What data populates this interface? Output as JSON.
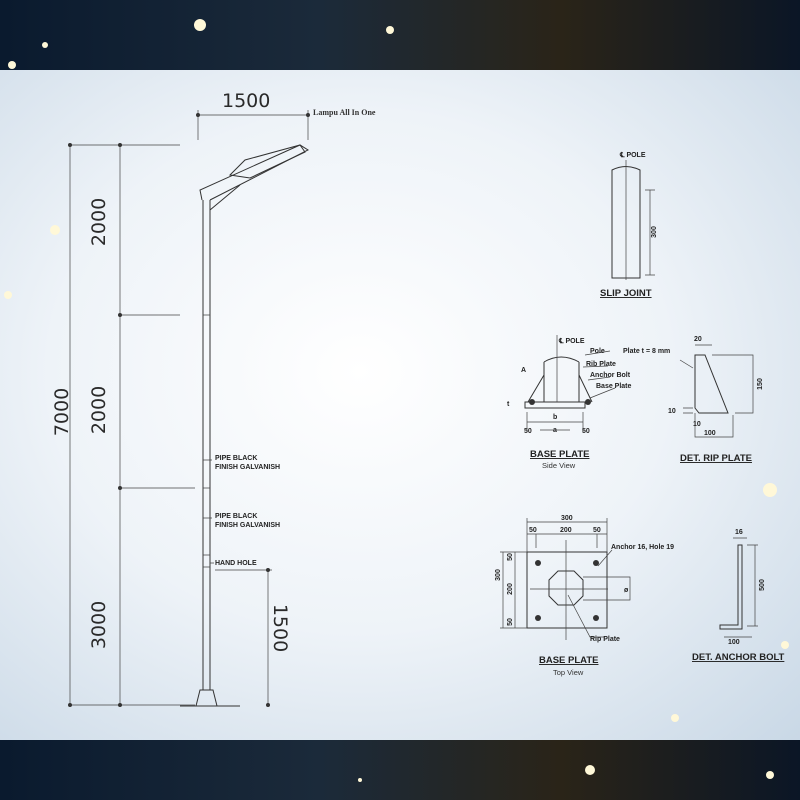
{
  "pole_drawing": {
    "top_width": "1500",
    "lamp_label": "Lampu All In One",
    "total_height": "7000",
    "segments": [
      "2000",
      "2000",
      "3000"
    ],
    "hand_hole_height": "1500",
    "pipe_label_1": [
      "PIPE BLACK",
      "FINISH GALVANISH"
    ],
    "pipe_label_2": [
      "PIPE BLACK",
      "FINISH GALVANISH"
    ],
    "hand_hole": "HAND HOLE"
  },
  "slip_joint": {
    "pole": "℄ POLE",
    "dim": "300",
    "title": "SLIP JOINT"
  },
  "base_side": {
    "pole": "℄ POLE",
    "labels": [
      "Pole",
      "Rib Plate",
      "Anchor Bolt",
      "Base Plate"
    ],
    "a_mark": "A",
    "t": "t",
    "b": "b",
    "a": "a",
    "d1": "50",
    "d2": "50",
    "title": "BASE PLATE",
    "subtitle": "Side View"
  },
  "rip_plate": {
    "plate": "Plate t = 8 mm",
    "d20": "20",
    "d150": "150",
    "d10a": "10",
    "d10b": "10",
    "d100": "100",
    "title": "DET. RIP PLATE"
  },
  "base_top": {
    "w": "300",
    "w50a": "50",
    "w200": "200",
    "w50b": "50",
    "h": "300",
    "h50a": "50",
    "h200": "200",
    "h50b": "50",
    "d": "ø",
    "anchor": "Anchor 16, Hole 19",
    "rib": "Rip Plate",
    "title": "BASE PLATE",
    "subtitle": "Top View"
  },
  "anchor_bolt": {
    "d16": "16",
    "d500": "500",
    "d100": "100",
    "title": "DET. ANCHOR BOLT"
  }
}
